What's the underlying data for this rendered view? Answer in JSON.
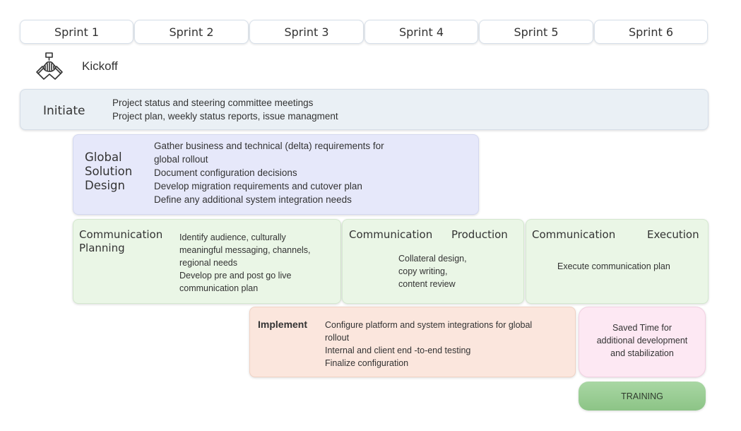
{
  "sprints": [
    "Sprint 1",
    "Sprint 2",
    "Sprint 3",
    "Sprint 4",
    "Sprint 5",
    "Sprint 6"
  ],
  "kickoff": {
    "label": "Kickoff",
    "icon": "handshake-icon"
  },
  "initiate": {
    "title": "Initiate",
    "lines": [
      "Project status and steering committee meetings",
      "Project plan, weekly status reports, issue managment"
    ]
  },
  "global_design": {
    "title_lines": [
      "Global",
      "Solution",
      "Design"
    ],
    "lines": [
      "Gather business and technical (delta) requirements for",
      "global rollout",
      "Document configuration decisions",
      "Develop migration requirements and cutover plan",
      "Define any additional system integration needs"
    ]
  },
  "comm_planning": {
    "title_lines": [
      "Communication",
      "Planning"
    ],
    "lines": [
      "Identify audience, culturally",
      "meaningful messaging, channels,",
      "regional needs",
      "Develop pre and post go live",
      "communication plan"
    ]
  },
  "comm_production": {
    "title_left": "Communication",
    "title_right": "Production",
    "lines": [
      "Collateral design,",
      "copy writing,",
      "content review"
    ]
  },
  "comm_execution": {
    "title_left": "Communication",
    "title_right": "Execution",
    "text": "Execute communication plan"
  },
  "implement": {
    "title": "Implement",
    "lines": [
      "Configure platform and system integrations for global",
      "rollout",
      "Internal and client end -to-end testing",
      "Finalize configuration"
    ]
  },
  "saved_time": {
    "lines": [
      "Saved Time for",
      "additional development",
      "and stabilization"
    ]
  },
  "training": {
    "label": "TRAINING"
  },
  "colors": {
    "initiate_bg": "#eaf0f5",
    "design_bg": "#e6e8fa",
    "comm_bg": "#eaf6e6",
    "implement_bg": "#fbe6dd",
    "saved_bg": "#fde8f3",
    "training_bg": "#9fd19a"
  }
}
